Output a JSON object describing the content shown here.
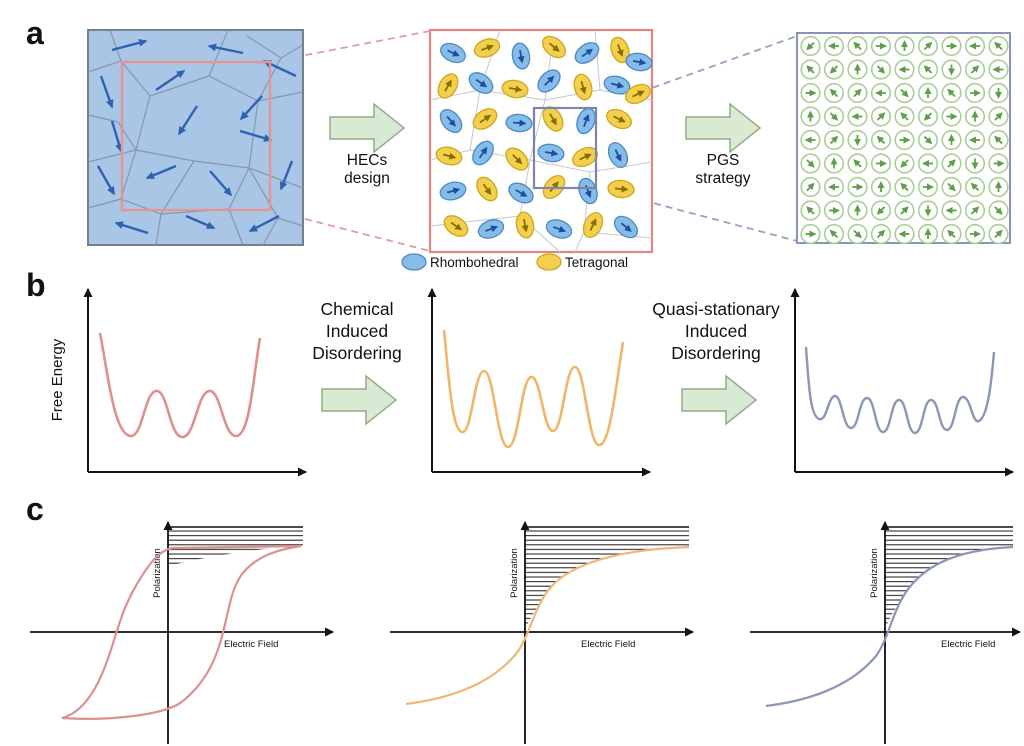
{
  "figure": {
    "panel_a": {
      "label": "a",
      "step1": {
        "line1": "HECs",
        "line2": "design"
      },
      "step2": {
        "line1": "PGS",
        "line2": "strategy"
      },
      "legend": {
        "rhombohedral": "Rhombohedral",
        "tetragonal": "Tetragonal"
      }
    },
    "panel_b": {
      "label": "b",
      "ylabel": "Free Energy",
      "step1": {
        "line1": "Chemical",
        "line2": "Induced",
        "line3": "Disordering"
      },
      "step2": {
        "line1": "Quasi-stationary",
        "line2": "Induced",
        "line3": "Disordering"
      }
    },
    "panel_c": {
      "label": "c",
      "ylabel": "Polarization",
      "xlabel": "Electric Field"
    }
  },
  "colors": {
    "grain_map_fill": "#a9c6e6",
    "grain_arrow": "#2f63b0",
    "panel_border_pink": "#e08484",
    "panel_border_slate": "#8a93b8",
    "rhombohedral_fill": "#85bce8",
    "tetragonal_fill": "#f3cf4e",
    "process_arrow_fill": "#d9ead3",
    "process_arrow_stroke": "#94ab8c",
    "grid_circle": "#a9cf97",
    "grid_arrow": "#5ea049",
    "curve1": "#dc9090",
    "curve2": "#f0b568",
    "curve3": "#8b96b8"
  },
  "chart_data": [
    {
      "id": "free-energy-initial",
      "panel": "b",
      "type": "line",
      "ylabel": "Free Energy",
      "color": "#dc9090",
      "qualitative": true,
      "minima_count": 3,
      "relative_well_depth": "deep",
      "description": "Few deep potential wells (normal ferroelectric)"
    },
    {
      "id": "free-energy-chemical-disorder",
      "panel": "b",
      "type": "line",
      "ylabel": "Free Energy",
      "color": "#f0b568",
      "qualitative": true,
      "minima_count": 4,
      "relative_well_depth": "medium",
      "description": "More wells of uneven depth after chemical induced disordering"
    },
    {
      "id": "free-energy-quasi-stationary",
      "panel": "b",
      "type": "line",
      "ylabel": "Free Energy",
      "color": "#8b96b8",
      "qualitative": true,
      "minima_count": 7,
      "relative_well_depth": "shallow",
      "description": "Many shallow wells after quasi-stationary induced disordering"
    },
    {
      "id": "pe-loop-ferroelectric",
      "panel": "c",
      "type": "line",
      "xlabel": "Electric Field",
      "ylabel": "Polarization",
      "color": "#dc9090",
      "qualitative": true,
      "loop": "wide hysteresis loop",
      "shaded_region": "small hatched recoverable-energy area near P axis"
    },
    {
      "id": "pe-loop-relaxor",
      "panel": "c",
      "type": "line",
      "xlabel": "Electric Field",
      "ylabel": "Polarization",
      "color": "#efb878",
      "qualitative": true,
      "loop": "slim S-shaped curve",
      "shaded_region": "large hatched recoverable-energy area between curve and P axis"
    },
    {
      "id": "pe-loop-pgs",
      "panel": "c",
      "type": "line",
      "xlabel": "Electric Field",
      "ylabel": "Polarization",
      "color": "#8b96b8",
      "qualitative": true,
      "loop": "slim S-shaped curve",
      "shaded_region": "large hatched recoverable-energy area between curve and P axis"
    }
  ]
}
